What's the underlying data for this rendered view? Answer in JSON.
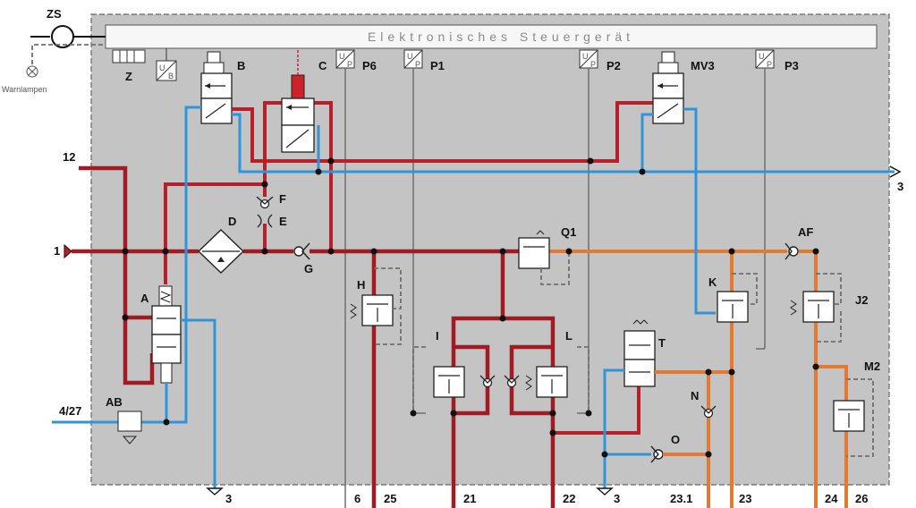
{
  "title": "Elektronisches Steuergerät",
  "warning_lamp_label": "Warnlampen",
  "labels": {
    "zs": "ZS",
    "z": "Z",
    "ub": "U",
    "ub_sub": "B",
    "b": "B",
    "c": "C",
    "p6": "P6",
    "p1": "P1",
    "p2": "P2",
    "mv3": "MV3",
    "p3": "P3",
    "f": "F",
    "e": "E",
    "d": "D",
    "g": "G",
    "q1": "Q1",
    "af": "AF",
    "a": "A",
    "h": "H",
    "k": "K",
    "j2": "J2",
    "i": "I",
    "l": "L",
    "t": "T",
    "m2": "M2",
    "n": "N",
    "o": "O",
    "ab": "AB"
  },
  "ports": {
    "p12": "12",
    "p1": "1",
    "p4_27": "4/27",
    "p3_right": "3"
  },
  "bottom_ports": [
    "3",
    "6",
    "25",
    "21",
    "22",
    "3",
    "23.1",
    "23",
    "24",
    "26"
  ],
  "sensor_symbol": {
    "top": "U",
    "bottom": "P"
  },
  "colors": {
    "supply_red": "#b5202a",
    "supply_dark_red": "#9e1c22",
    "exhaust_blue": "#2e95d8",
    "circuit_orange": "#e07a34",
    "panel_gray": "#c4c4c4"
  }
}
